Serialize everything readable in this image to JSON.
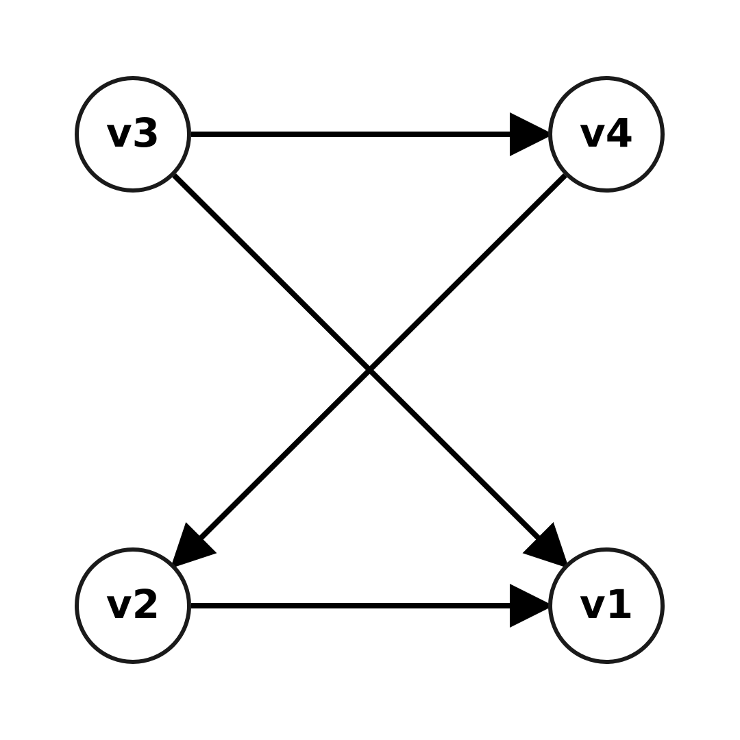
{
  "diagram": {
    "nodes": [
      {
        "id": "v3",
        "label": "v3"
      },
      {
        "id": "v4",
        "label": "v4"
      },
      {
        "id": "v2",
        "label": "v2"
      },
      {
        "id": "v1",
        "label": "v1"
      }
    ],
    "edges": [
      {
        "from": "v3",
        "to": "v4"
      },
      {
        "from": "v3",
        "to": "v1"
      },
      {
        "from": "v4",
        "to": "v2"
      },
      {
        "from": "v2",
        "to": "v1"
      }
    ]
  }
}
